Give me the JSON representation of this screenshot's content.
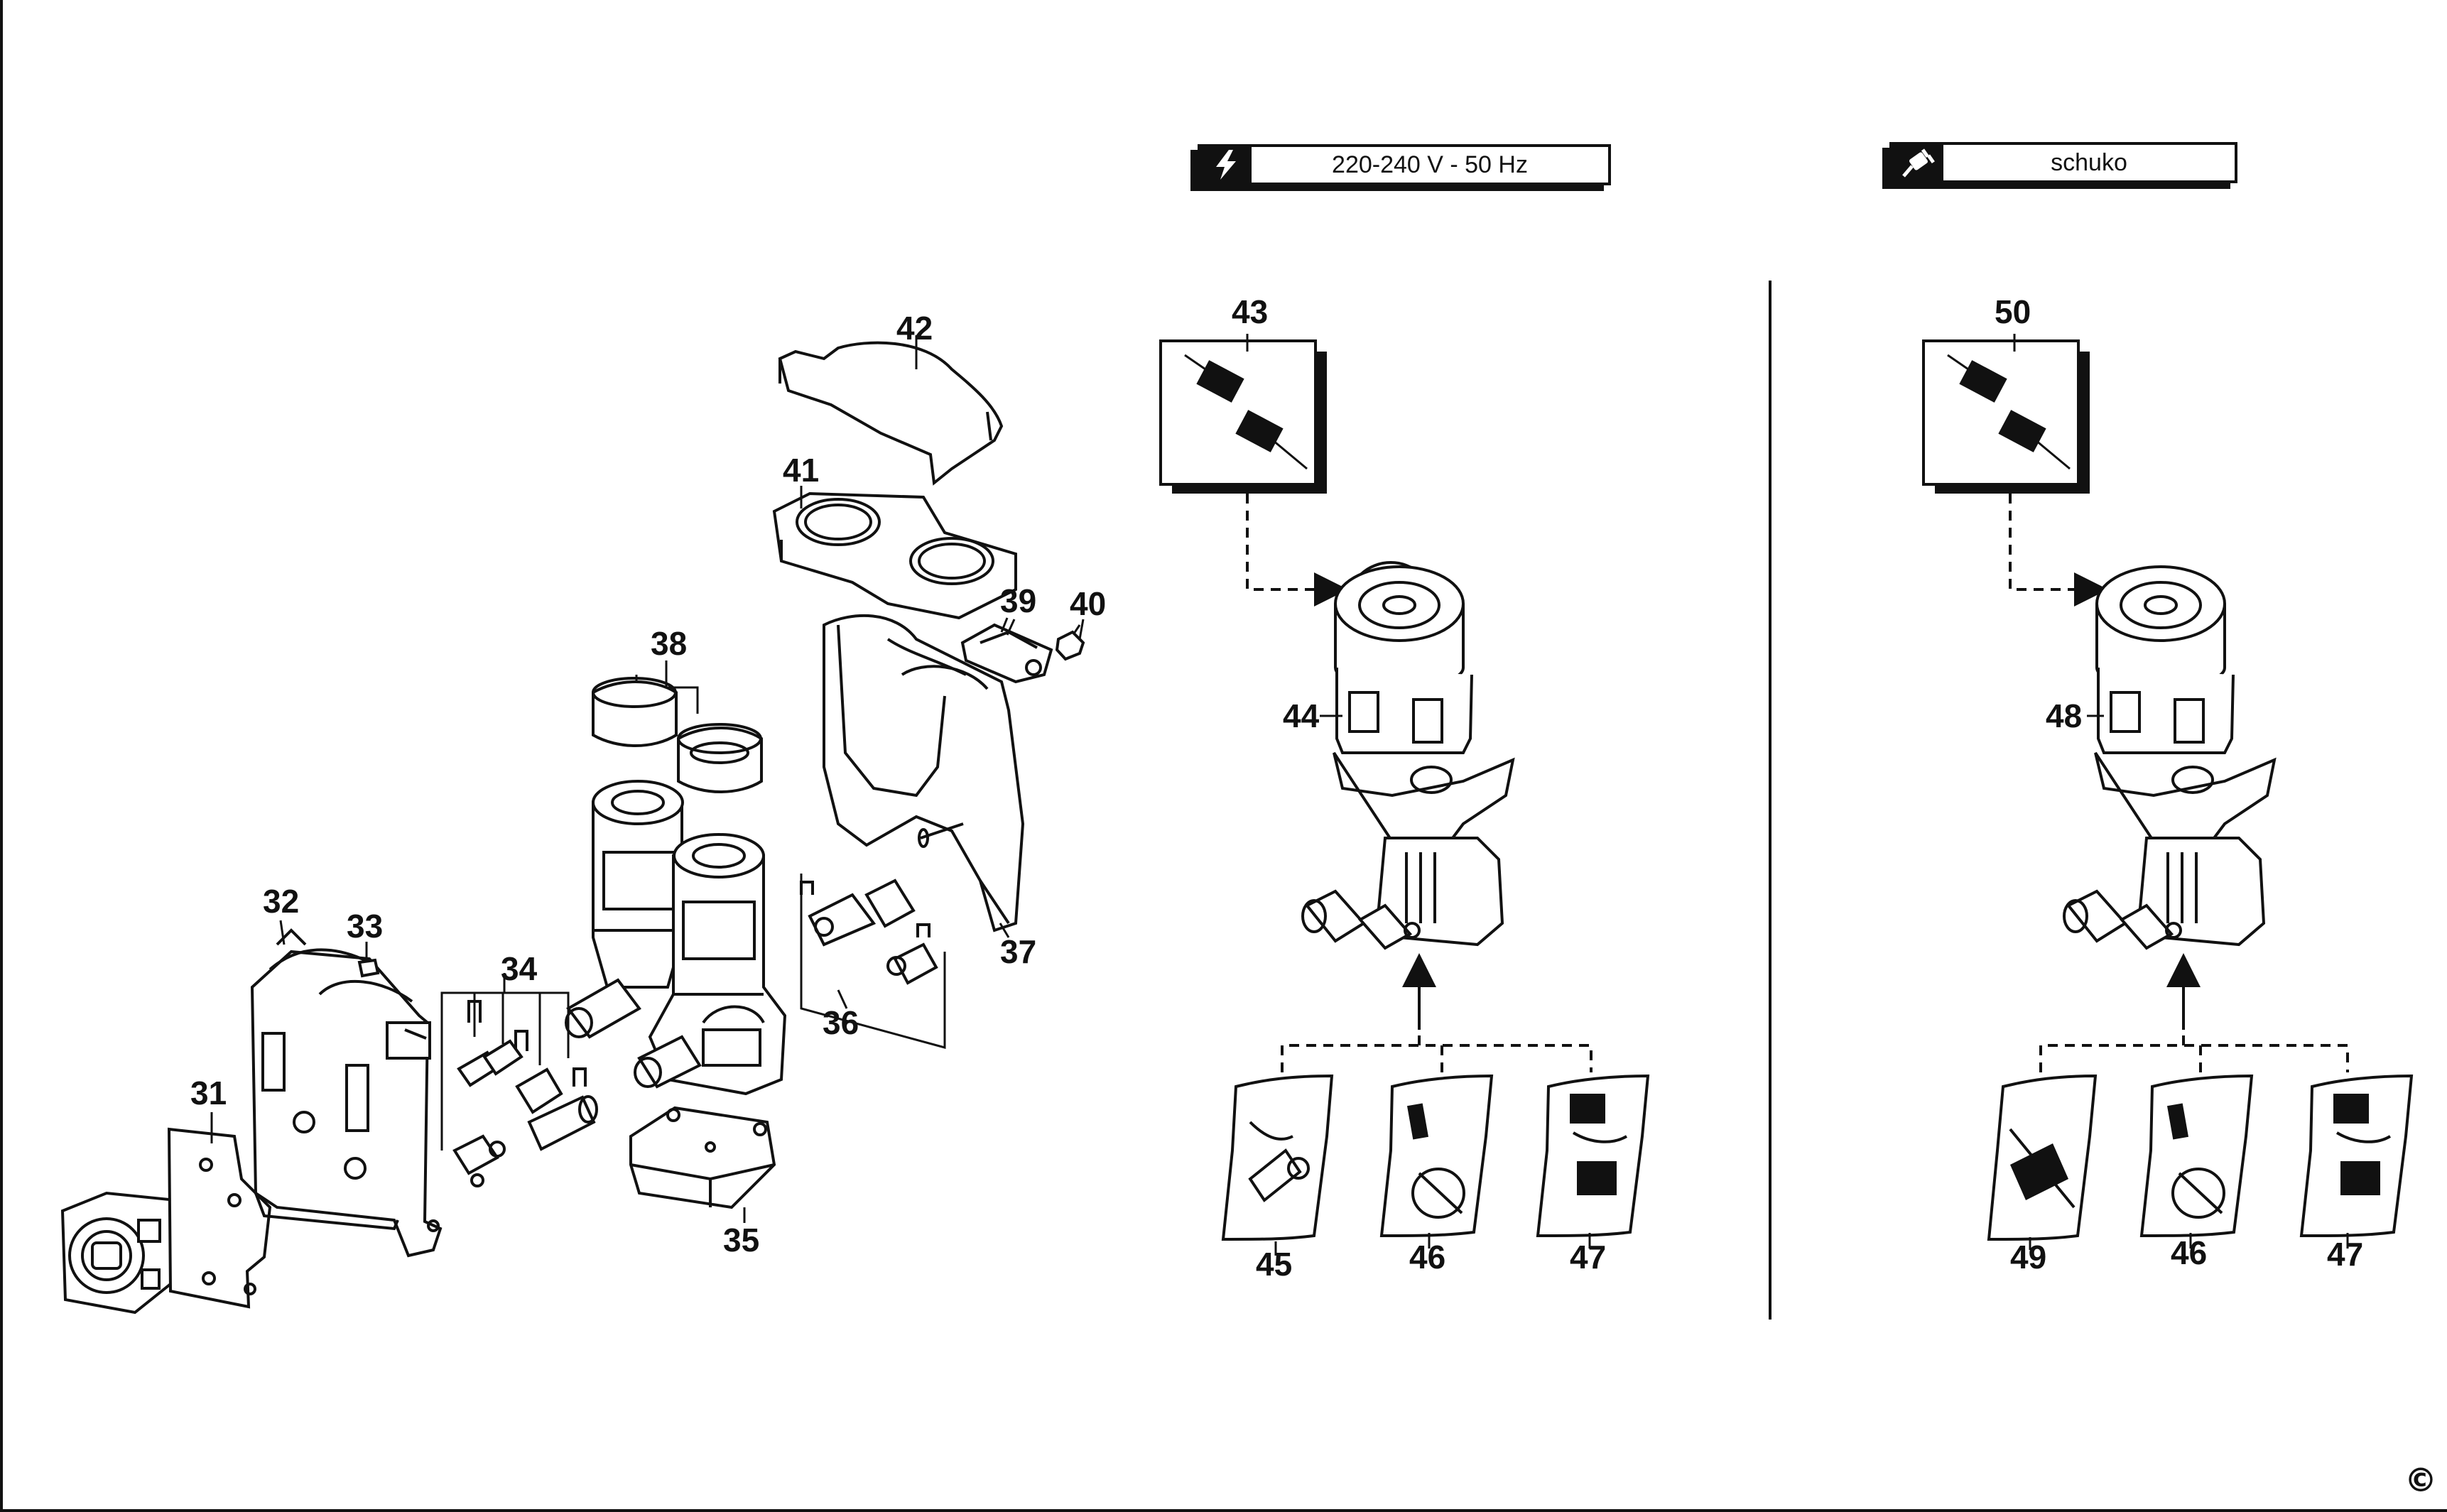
{
  "headers": {
    "voltage": {
      "label": "220-240 V - 50 Hz",
      "icon": "lightning-bolt-icon"
    },
    "plug": {
      "label": "schuko",
      "icon": "plug-icon"
    }
  },
  "callouts": {
    "c31": "31",
    "c32": "32",
    "c33": "33",
    "c34": "34",
    "c35": "35",
    "c36": "36",
    "c37": "37",
    "c38": "38",
    "c39": "39",
    "c40": "40",
    "c41": "41",
    "c42": "42",
    "c43": "43",
    "c44": "44",
    "c45": "45",
    "c46a": "46",
    "c47a": "47",
    "c48": "48",
    "c49": "49",
    "c46b": "46",
    "c47b": "47",
    "c50": "50"
  },
  "copyright": "©"
}
